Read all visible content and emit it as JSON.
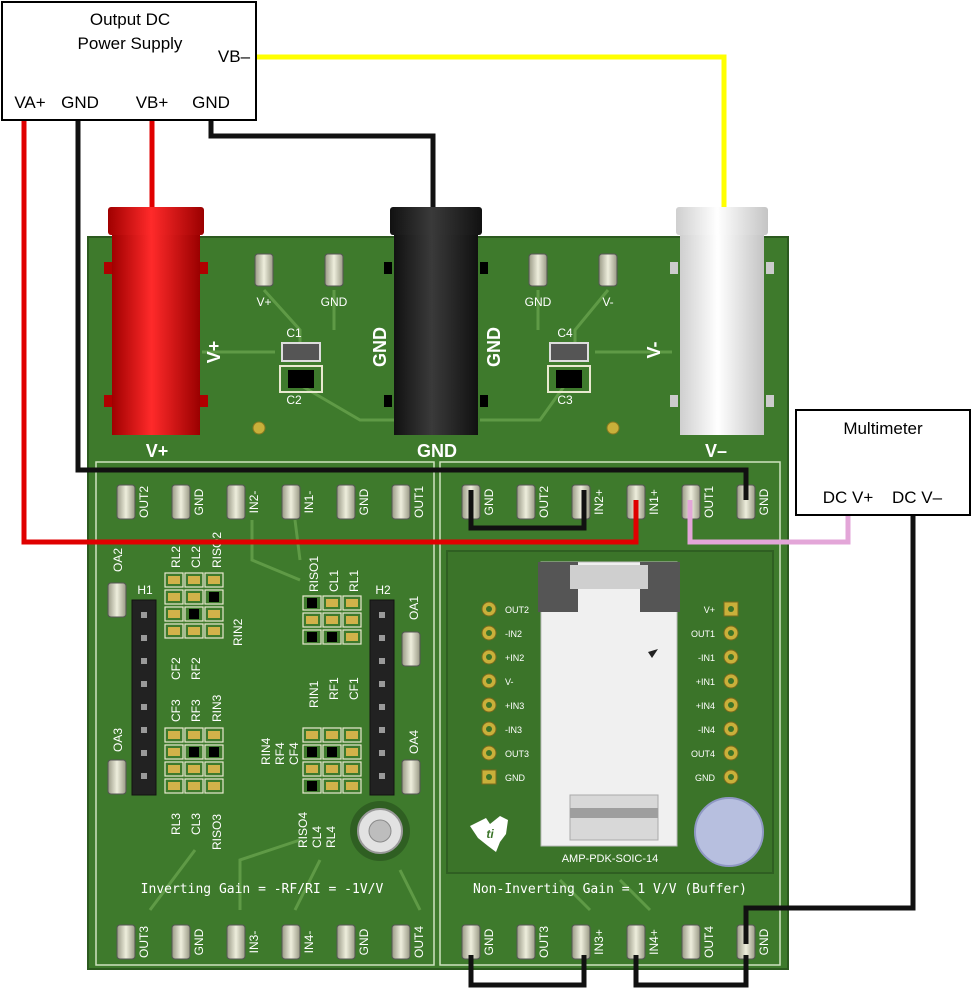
{
  "power_supply": {
    "title_line1": "Output DC",
    "title_line2": "Power Supply",
    "terminals": [
      "VA+",
      "GND",
      "VB+",
      "GND"
    ],
    "vb_minus": "VB–"
  },
  "multimeter": {
    "title": "Multimeter",
    "pos": "DC V+",
    "neg": "DC V–"
  },
  "board": {
    "top_labels": {
      "vplus_pad": "V+",
      "gnd_pad_left": "GND",
      "gnd_pad_right": "GND",
      "vminus_pad": "V-",
      "c1": "C1",
      "c2": "C2",
      "c3": "C3",
      "c4": "C4",
      "jack_left_side": "V+",
      "jack_left_bottom": "V+",
      "jack_mid_left": "GND",
      "jack_mid_right": "GND",
      "jack_mid_bottom": "GND",
      "jack_right_side": "V-",
      "jack_right_bottom": "V–"
    },
    "left_top_pins": [
      "OUT2",
      "GND",
      "IN2-",
      "IN1-",
      "GND",
      "OUT1"
    ],
    "right_top_pins": [
      "GND",
      "OUT2",
      "IN2+",
      "IN1+",
      "OUT1",
      "GND"
    ],
    "left_bottom_pins": [
      "OUT3",
      "GND",
      "IN3-",
      "IN4-",
      "GND",
      "OUT4"
    ],
    "right_bottom_pins": [
      "GND",
      "OUT3",
      "IN3+",
      "IN4+",
      "OUT4",
      "GND"
    ],
    "left_labels": {
      "oa1": "OA1",
      "oa2": "OA2",
      "oa3": "OA3",
      "oa4": "OA4",
      "h1": "H1",
      "h2": "H2",
      "rl2": "RL2",
      "cl2": "CL2",
      "riso2": "RISO2",
      "rin2": "RIN2",
      "cf2": "CF2",
      "rf2": "RF2",
      "cf3": "CF3",
      "rf3": "RF3",
      "rin3": "RIN3",
      "rl3": "RL3",
      "cl3": "CL3",
      "riso3": "RISO3",
      "riso1": "RISO1",
      "cl1": "CL1",
      "rl1": "RL1",
      "rin1": "RIN1",
      "rf1": "RF1",
      "cf1": "CF1",
      "rin4": "RIN4",
      "rf4": "RF4",
      "cf4": "CF4",
      "riso4": "RISO4",
      "cl4": "CL4",
      "rl4": "RL4"
    },
    "inverting_gain": "Inverting Gain = -RF/RI = -1V/V",
    "non_inverting_gain": "Non-Inverting Gain = 1 V/V (Buffer)",
    "socket_left_pins": [
      "OUT2",
      "-IN2",
      "+IN2",
      "V-",
      "+IN3",
      "-IN3",
      "OUT3",
      "GND"
    ],
    "socket_right_pins": [
      "V+",
      "OUT1",
      "-IN1",
      "+IN1",
      "+IN4",
      "-IN4",
      "OUT4",
      "GND"
    ],
    "socket_name": "AMP-PDK-SOIC-14"
  },
  "colors": {
    "board": "#3e7a2c",
    "red_wire": "#e00000",
    "black_wire": "#111111",
    "yellow_wire": "#ffff00",
    "pink_wire": "#e3a6d8",
    "pad": "#c8c8b0"
  }
}
